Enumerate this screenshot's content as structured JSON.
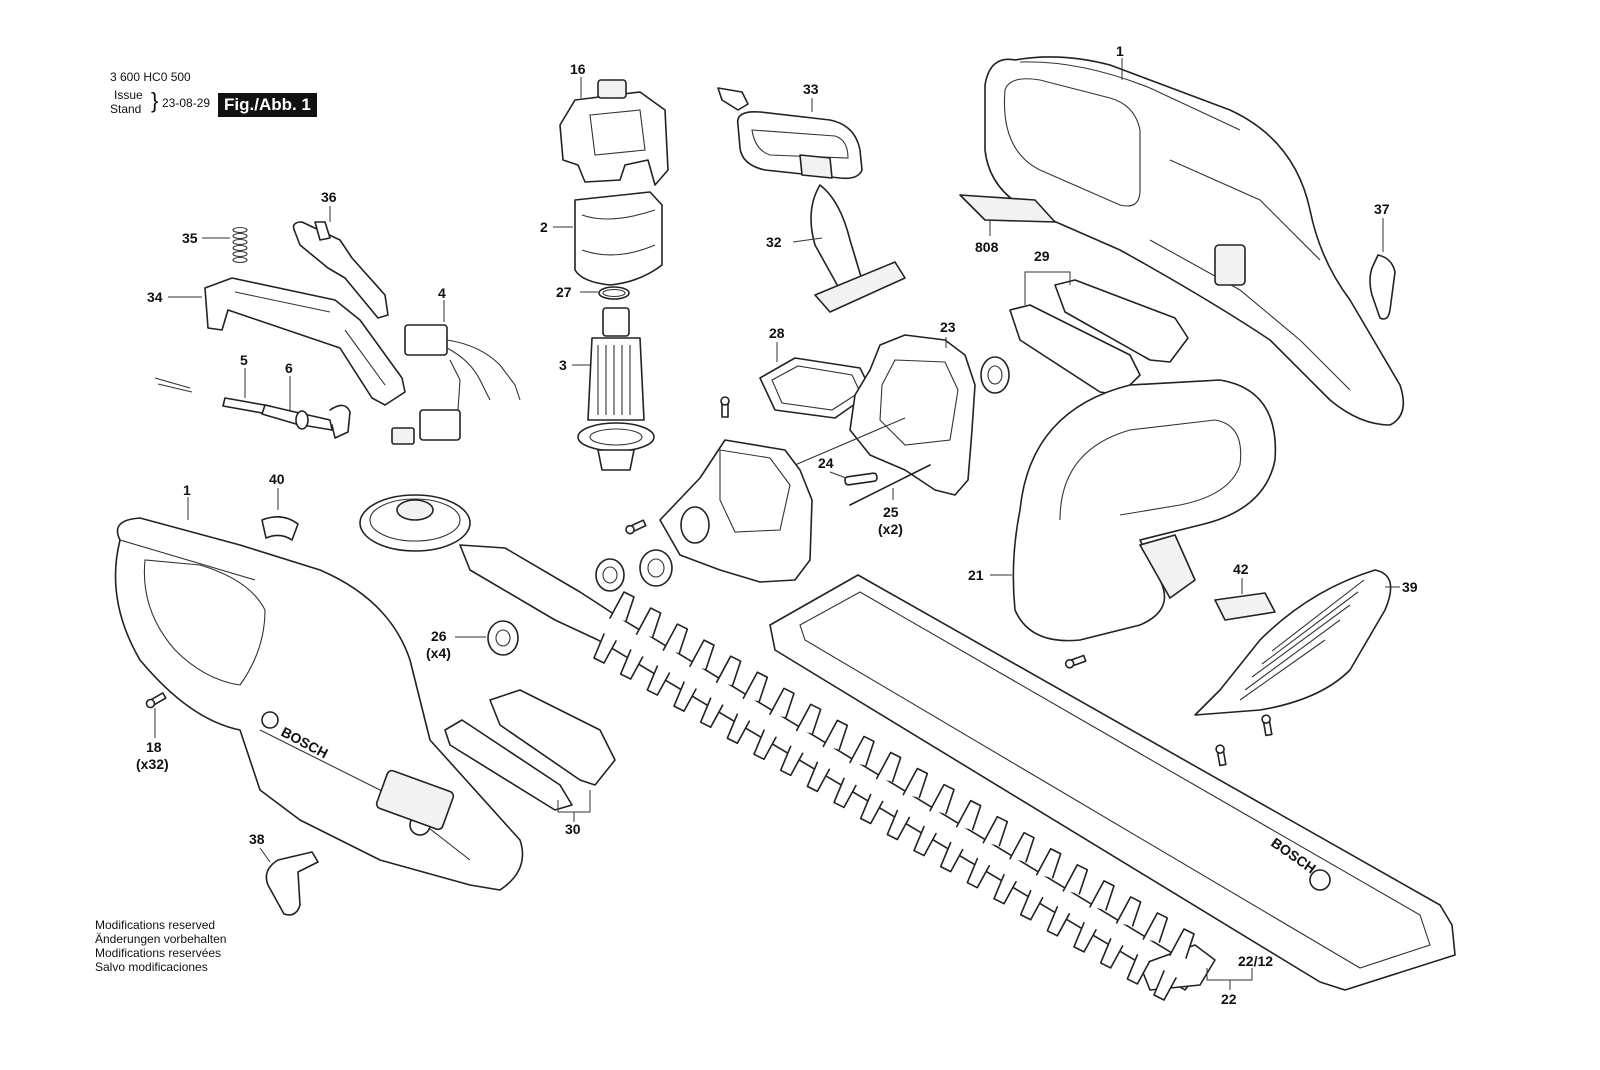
{
  "header": {
    "model": "3 600 HC0 500",
    "issue_label": "Issue",
    "stand_label": "Stand",
    "date": "23-08-29",
    "figure": "Fig./Abb. 1"
  },
  "notes": [
    "Modifications reserved",
    "Änderungen vorbehalten",
    "Modifications reservées",
    "Salvo modificaciones"
  ],
  "brand": "BOSCH",
  "callouts": {
    "c1a": "1",
    "c1b": "1",
    "c2": "2",
    "c3": "3",
    "c4": "4",
    "c5": "5",
    "c6": "6",
    "c16": "16",
    "c18": "18",
    "c18q": "(x32)",
    "c21": "21",
    "c22": "22",
    "c2212": "22/12",
    "c23": "23",
    "c24": "24",
    "c25": "25",
    "c25q": "(x2)",
    "c26": "26",
    "c26q": "(x4)",
    "c27": "27",
    "c28": "28",
    "c29": "29",
    "c30": "30",
    "c32": "32",
    "c33": "33",
    "c34": "34",
    "c35": "35",
    "c36": "36",
    "c37": "37",
    "c38": "38",
    "c39": "39",
    "c40": "40",
    "c42": "42",
    "c808": "808"
  }
}
